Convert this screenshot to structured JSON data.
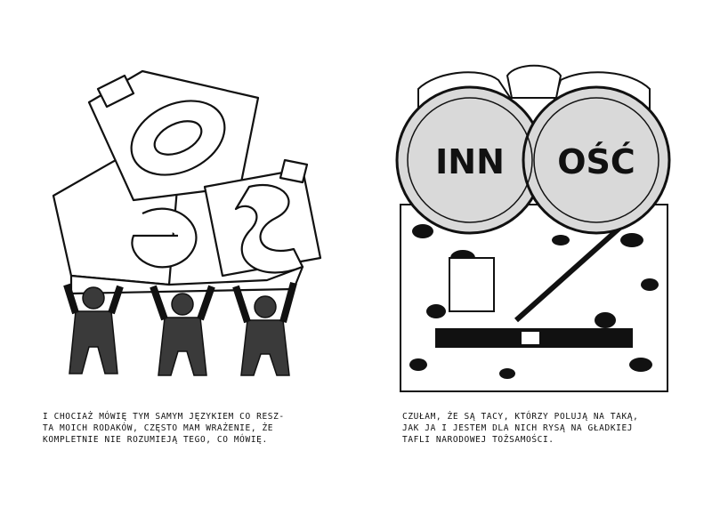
{
  "left_panel": {
    "caption_lines": [
      "I chociaż mówię tym samym językiem co resz-",
      "ta moich rodaków, często mam wrażenie, że",
      "kompletnie nie rozumieją tego, co mówię."
    ]
  },
  "right_panel": {
    "lens_left_text": "INN",
    "lens_right_text": "OŚĆ",
    "caption_lines": [
      "Czułam, że są tacy, którzy polują na taką,",
      "jak ja i jestem dla nich rysą na gładkiej",
      "tafli narodowej tożsamości."
    ]
  },
  "colors": {
    "ink": "#111111",
    "paper": "#ffffff",
    "figure_fill": "#3a3a3a",
    "lens_fill": "#d9d9d9"
  }
}
